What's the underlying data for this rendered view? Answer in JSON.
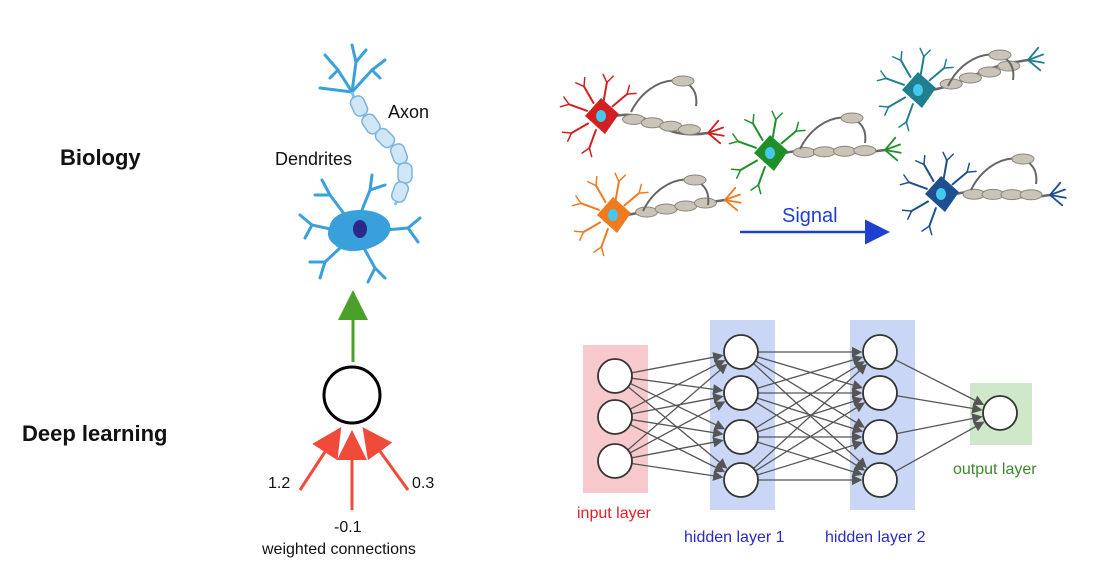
{
  "rows": {
    "biology": "Biology",
    "deep_learning": "Deep learning"
  },
  "neuron_labels": {
    "axon": "Axon",
    "dendrites": "Dendrites"
  },
  "signal_label": "Signal",
  "perceptron": {
    "weights": [
      "1.2",
      "-0.1",
      "0.3"
    ],
    "caption": "weighted connections"
  },
  "network": {
    "input_label": "input layer",
    "hidden1_label": "hidden layer 1",
    "hidden2_label": "hidden layer 2",
    "output_label": "output layer",
    "layer_sizes": [
      3,
      4,
      4,
      1
    ]
  },
  "colors": {
    "neuron_blue": "#3aa0dc",
    "red_neuron": "#d21f1f",
    "orange_neuron": "#f07a20",
    "green_neuron": "#1f8f2a",
    "teal_neuron": "#1f7f8f",
    "navy_neuron": "#1f4f8f",
    "signal_arrow": "#1f3fd0",
    "weight_arrow": "#f04a3a",
    "up_arrow": "#4aa02a",
    "input_band": "#f7c9cc",
    "hidden_band": "#c9d6f5",
    "output_band": "#cfe8c9",
    "input_text": "#e0202a",
    "hidden_text": "#2a2ac8",
    "output_text": "#3a8a2a"
  }
}
